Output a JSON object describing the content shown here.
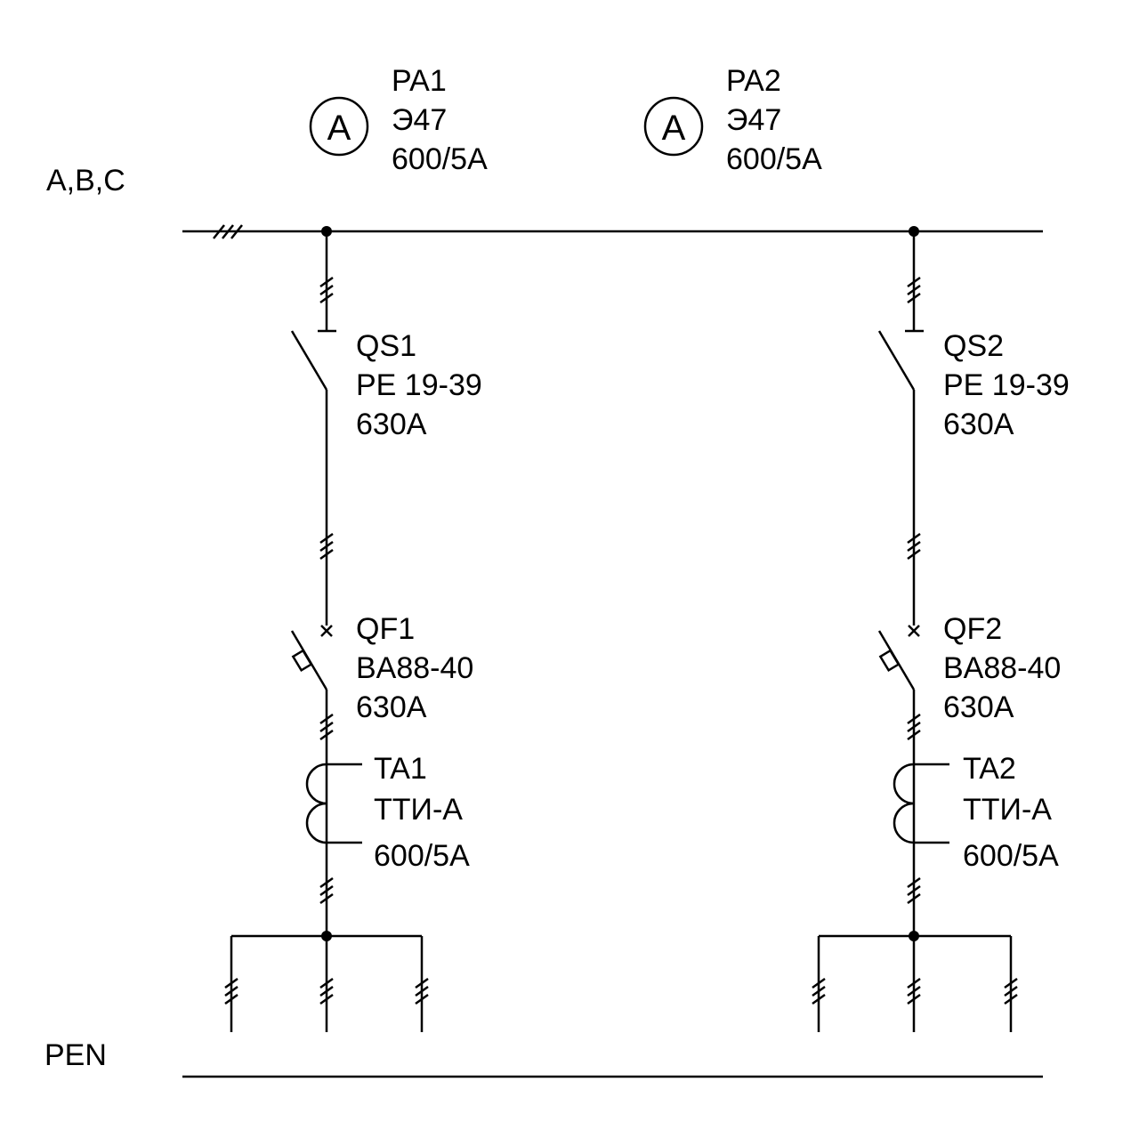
{
  "bus": {
    "phases_label": "A,B,C",
    "pen_label": "PEN"
  },
  "meters": [
    {
      "symbol": "A",
      "ref": "PA1",
      "model": "Э47",
      "rating": "600/5A"
    },
    {
      "symbol": "A",
      "ref": "PA2",
      "model": "Э47",
      "rating": "600/5A"
    }
  ],
  "feeders": [
    {
      "switch": {
        "ref": "QS1",
        "model": "PE 19-39",
        "rating": "630A"
      },
      "breaker": {
        "ref": "QF1",
        "model": "BA88-40",
        "rating": "630A"
      },
      "ct": {
        "ref": "TA1",
        "model": "ТТИ-А",
        "rating": "600/5A"
      }
    },
    {
      "switch": {
        "ref": "QS2",
        "model": "PE 19-39",
        "rating": "630A"
      },
      "breaker": {
        "ref": "QF2",
        "model": "BA88-40",
        "rating": "630A"
      },
      "ct": {
        "ref": "TA2",
        "model": "ТТИ-А",
        "rating": "600/5A"
      }
    }
  ]
}
